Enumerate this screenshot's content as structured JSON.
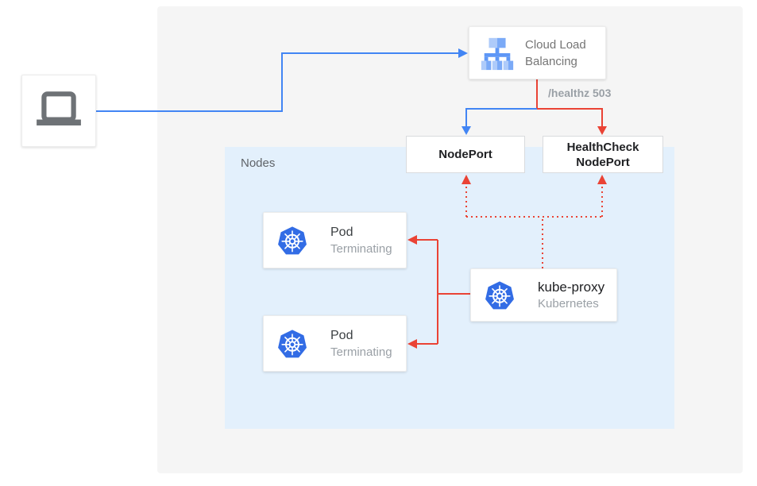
{
  "client_laptop": {
    "icon": "laptop-icon"
  },
  "load_balancer": {
    "label": "Cloud Load Balancing",
    "icon": "cloud-load-balancing-icon"
  },
  "annotations": {
    "healthz": "/healthz 503"
  },
  "nodeport": {
    "label": "NodePort"
  },
  "healthcheck_nodeport": {
    "label": "HealthCheck NodePort"
  },
  "nodes": {
    "label": "Nodes"
  },
  "pods": [
    {
      "title": "Pod",
      "status": "Terminating",
      "icon": "kubernetes-icon"
    },
    {
      "title": "Pod",
      "status": "Terminating",
      "icon": "kubernetes-icon"
    }
  ],
  "kube_proxy": {
    "title": "kube-proxy",
    "subtitle": "Kubernetes",
    "icon": "kubernetes-icon"
  },
  "colors": {
    "traffic_blue": "#4285f4",
    "health_red": "#ea4335",
    "nodes_background": "#e3f0fc",
    "outer_background": "#f5f5f5",
    "kubernetes_blue": "#326ce5"
  }
}
